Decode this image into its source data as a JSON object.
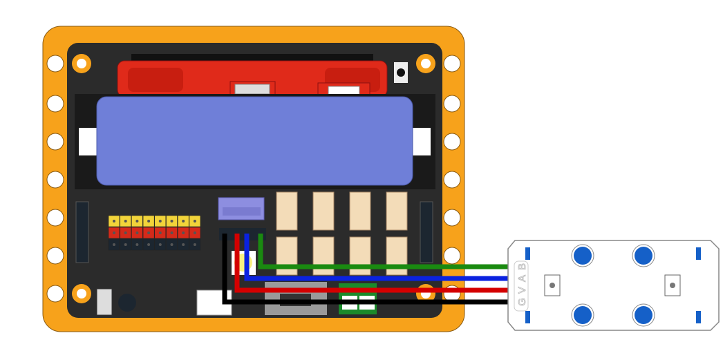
{
  "diagram": {
    "module": {
      "pin_labels": [
        "G",
        "V",
        "A",
        "B"
      ]
    },
    "wires": [
      {
        "name": "G",
        "color": "#000000"
      },
      {
        "name": "V",
        "color": "#d40000"
      },
      {
        "name": "A",
        "color": "#0a22e0"
      },
      {
        "name": "B",
        "color": "#1a8a10"
      }
    ],
    "colors": {
      "frame": "#f7a21b",
      "board": "#2b2b2b",
      "battery": "#6f7fd8",
      "top_module": "#e02a1a",
      "header_yellow": "#f2d43a",
      "header_red": "#d42a1a",
      "header_black": "#1c2630",
      "connector": "#f3dcb8",
      "screw": "#1560c8"
    }
  }
}
